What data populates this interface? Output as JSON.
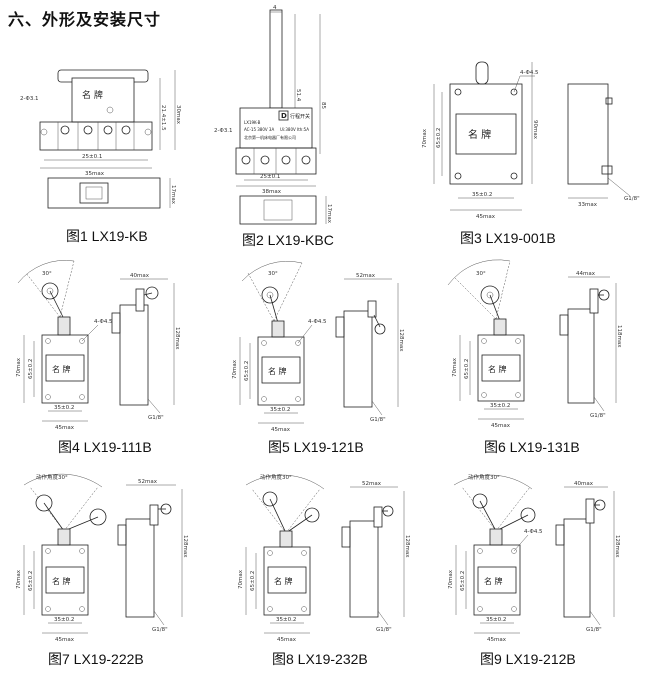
{
  "page": {
    "title": "六、外形及安装尺寸"
  },
  "nameplate": {
    "name_text": "名  牌"
  },
  "figures": [
    {
      "id": "fig1",
      "caption": "图1  LX19-KB",
      "dims": [
        "2-Φ3.1",
        "21.4±1.5",
        "30max",
        "25±0.1",
        "35max",
        "17max"
      ]
    },
    {
      "id": "fig2",
      "caption": "图2  LX19-KBC",
      "dims": [
        "4",
        "2-Φ3.1",
        "51.4",
        "85",
        "25±0.1",
        "38max",
        "17max"
      ],
      "label": {
        "line1": "LX19K-B",
        "line2": "AC-15 380V 3A",
        "line3": "北京第一机床电器厂有限公司",
        "brand": "行程开关",
        "spec": "Ui:380V Ith:5A"
      }
    },
    {
      "id": "fig3",
      "caption": "图3  LX19-001B",
      "dims": [
        "4-Φ4.5",
        "70max",
        "65±0.2",
        "90max",
        "35±0.2",
        "45max",
        "33max",
        "G1/8\""
      ]
    },
    {
      "id": "fig4",
      "caption": "图4  LX19-111B",
      "dims": [
        "30°",
        "4-Φ4.5",
        "70max",
        "65±0.2",
        "35±0.2",
        "45max",
        "40max",
        "128max",
        "G1/8\""
      ]
    },
    {
      "id": "fig5",
      "caption": "图5  LX19-121B",
      "dims": [
        "30°",
        "4-Φ4.5",
        "70max",
        "65±0.2",
        "35±0.2",
        "45max",
        "52max",
        "128max",
        "G1/8\""
      ]
    },
    {
      "id": "fig6",
      "caption": "图6  LX19-131B",
      "dims": [
        "30°",
        "70max",
        "65±0.2",
        "35±0.2",
        "45max",
        "44max",
        "118max",
        "G1/8\""
      ]
    },
    {
      "id": "fig7",
      "caption": "图7  LX19-222B",
      "dims": [
        "动作角度30°",
        "70max",
        "65±0.2",
        "35±0.2",
        "45max",
        "52max",
        "128max",
        "G1/8\""
      ]
    },
    {
      "id": "fig8",
      "caption": "图8  LX19-232B",
      "dims": [
        "动作角度30°",
        "70max",
        "65±0.2",
        "35±0.2",
        "45max",
        "52max",
        "128max",
        "G1/8\""
      ]
    },
    {
      "id": "fig9",
      "caption": "图9  LX19-212B",
      "dims": [
        "动作角度30°",
        "4-Φ4.5",
        "70max",
        "65±0.2",
        "35±0.2",
        "45max",
        "40max",
        "128max",
        "G1/8\""
      ]
    }
  ]
}
